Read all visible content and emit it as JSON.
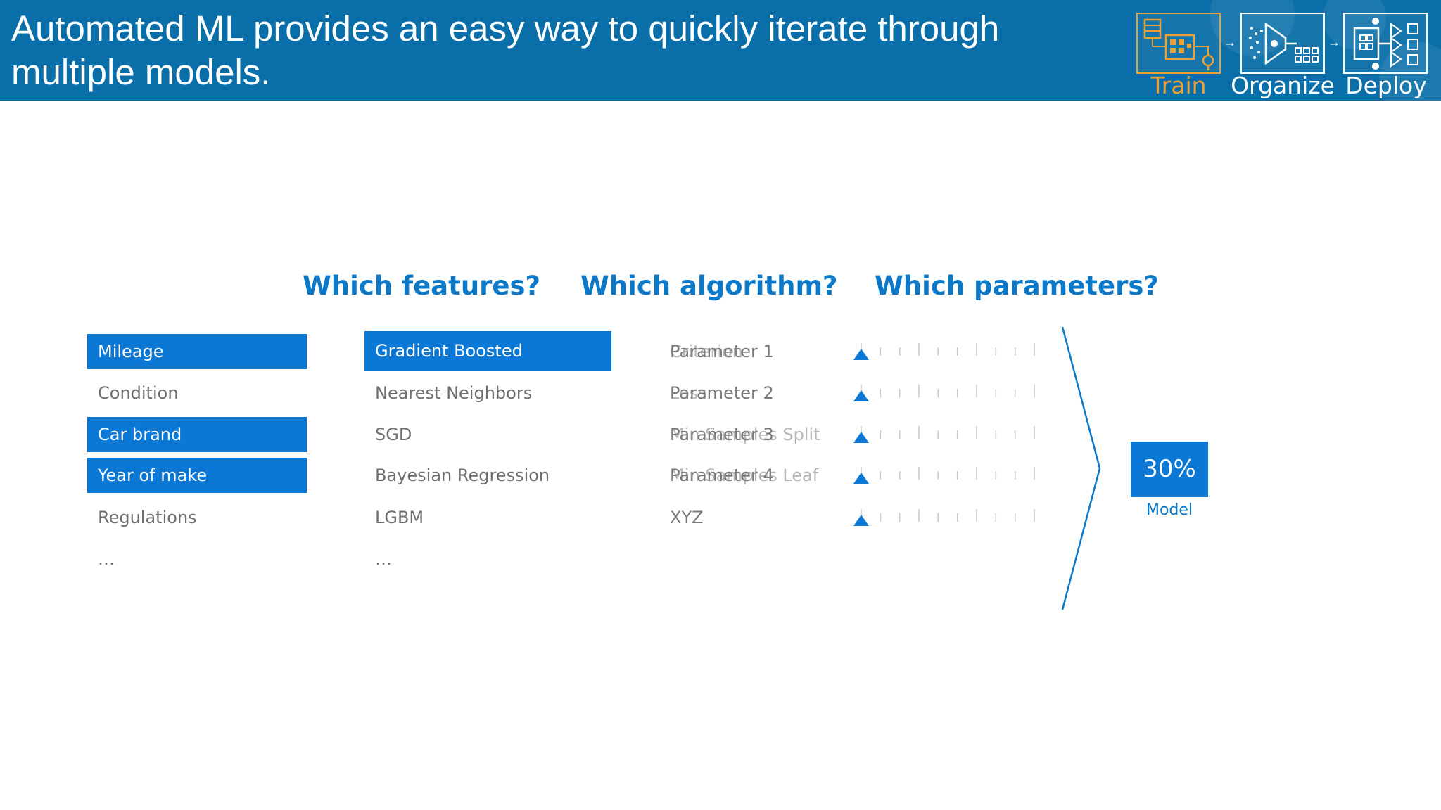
{
  "header": {
    "title": "Automated ML provides an easy way to quickly iterate through multiple models.",
    "background_color": "#0a6fa8",
    "stages": [
      {
        "label": "Train",
        "icon": "train-icon",
        "active": true
      },
      {
        "label": "Organize",
        "icon": "organize-icon",
        "active": false
      },
      {
        "label": "Deploy",
        "icon": "deploy-icon",
        "active": false
      }
    ],
    "active_color": "#f0a030"
  },
  "columns": {
    "features_heading": "Which features?",
    "algorithm_heading": "Which algorithm?",
    "parameters_heading": "Which parameters?"
  },
  "features": [
    {
      "label": "Mileage",
      "selected": true
    },
    {
      "label": "Condition",
      "selected": false
    },
    {
      "label": "Car brand",
      "selected": true
    },
    {
      "label": "Year of make",
      "selected": true
    },
    {
      "label": "Regulations",
      "selected": false
    },
    {
      "label": "…",
      "selected": false
    }
  ],
  "algorithms": [
    {
      "label": "Gradient Boosted",
      "selected": true
    },
    {
      "label": "Nearest Neighbors",
      "selected": false
    },
    {
      "label": "SGD",
      "selected": false
    },
    {
      "label": "Bayesian Regression",
      "selected": false
    },
    {
      "label": "LGBM",
      "selected": false
    },
    {
      "label": "…",
      "selected": false
    }
  ],
  "parameters": [
    {
      "label": "Parameter 1",
      "overlay": "Criterion",
      "level": 0
    },
    {
      "label": "Parameter 2",
      "overlay": "Loss",
      "level": 0
    },
    {
      "label": "Parameter 3",
      "overlay": "Min Samples Split",
      "level": 0
    },
    {
      "label": "Parameter 4",
      "overlay": "Min Samples Leaf",
      "level": 0
    },
    {
      "label": "XYZ",
      "overlay": "",
      "level": 0
    }
  ],
  "result": {
    "value": "30%",
    "label": "Model"
  },
  "accent_color": "#0b78d6"
}
